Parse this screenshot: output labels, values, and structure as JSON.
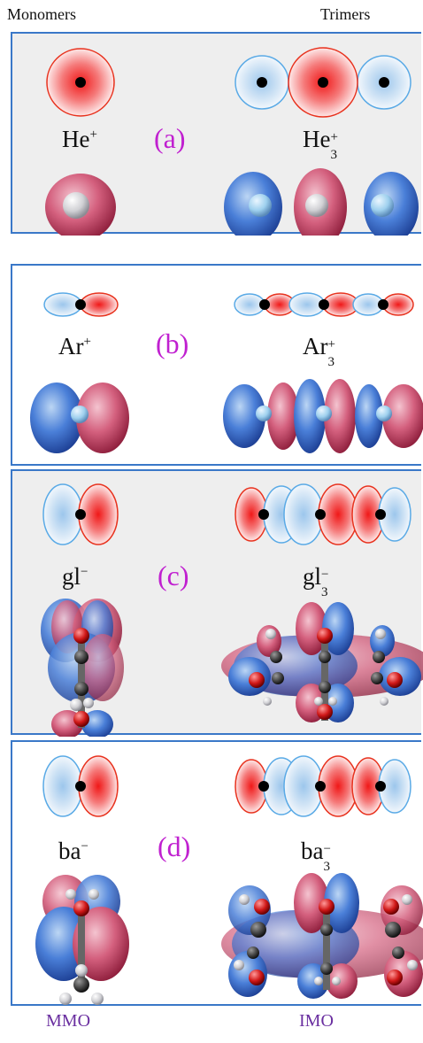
{
  "headers": {
    "left": "Monomers",
    "right": "Trimers"
  },
  "footers": {
    "left": "MMO",
    "right": "IMO"
  },
  "panels": [
    {
      "tag": "(a)",
      "mono": {
        "base": "He",
        "sup": "+"
      },
      "tri": {
        "base": "He",
        "sup": "+",
        "sub": "3"
      }
    },
    {
      "tag": "(b)",
      "mono": {
        "base": "Ar",
        "sup": "+"
      },
      "tri": {
        "base": "Ar",
        "sup": "+",
        "sub": "3"
      }
    },
    {
      "tag": "(c)",
      "mono": {
        "base": "gl",
        "sup": "−"
      },
      "tri": {
        "base": "gl",
        "sup": "−",
        "sub": "3"
      }
    },
    {
      "tag": "(d)",
      "mono": {
        "base": "ba",
        "sup": "−"
      },
      "tri": {
        "base": "ba",
        "sup": "−",
        "sub": "3"
      }
    }
  ],
  "colors": {
    "border": "#3a78c8",
    "tag": "#c020d0",
    "footer": "#6a2fa0",
    "positive": "#e8321e",
    "negative": "#5aaae6",
    "panel_bg": "#eeeeee"
  }
}
